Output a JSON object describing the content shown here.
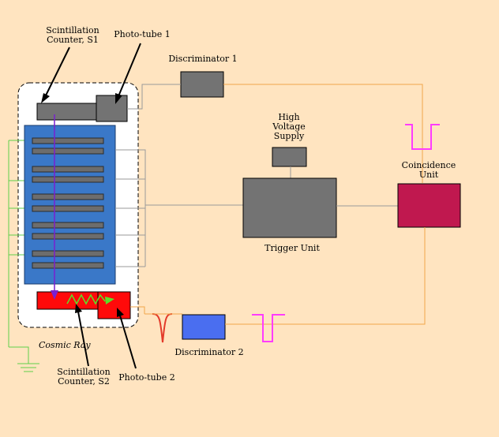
{
  "labels": {
    "s1_line1": "Scintillation",
    "s1_line2": "Counter, S1",
    "pt1": "Photo-tube 1",
    "disc1": "Discriminator 1",
    "hv_line1": "High",
    "hv_line2": "Voltage",
    "hv_line3": "Supply",
    "coinc_line1": "Coincidence",
    "coinc_line2": "Unit",
    "trigger": "Trigger Unit",
    "cosmic": "Cosmic Ray",
    "disc2": "Discriminator 2",
    "s2_line1": "Scintillation",
    "s2_line2": "Counter, S2",
    "pt2": "Photo-tube 2"
  },
  "colors": {
    "background": "#ffe4c0",
    "chamber": "#3a78c8",
    "counter_s2": "#ff0a0a",
    "coincidence_unit": "#c0184f",
    "discriminator_2": "#4a6ef0",
    "logic_pulse": "#ff3cff",
    "cosmic_ray_track": "#7a1fd0",
    "light_signal": "#5ce02a",
    "orange_wire": "#f2a64a",
    "ground_wire": "#5fcf4a"
  },
  "icons": [
    "ground-symbol-icon",
    "cosmic-ray-arrow-icon",
    "light-zigzag-icon",
    "logic-pulse-icon",
    "analog-pulse-icon"
  ]
}
